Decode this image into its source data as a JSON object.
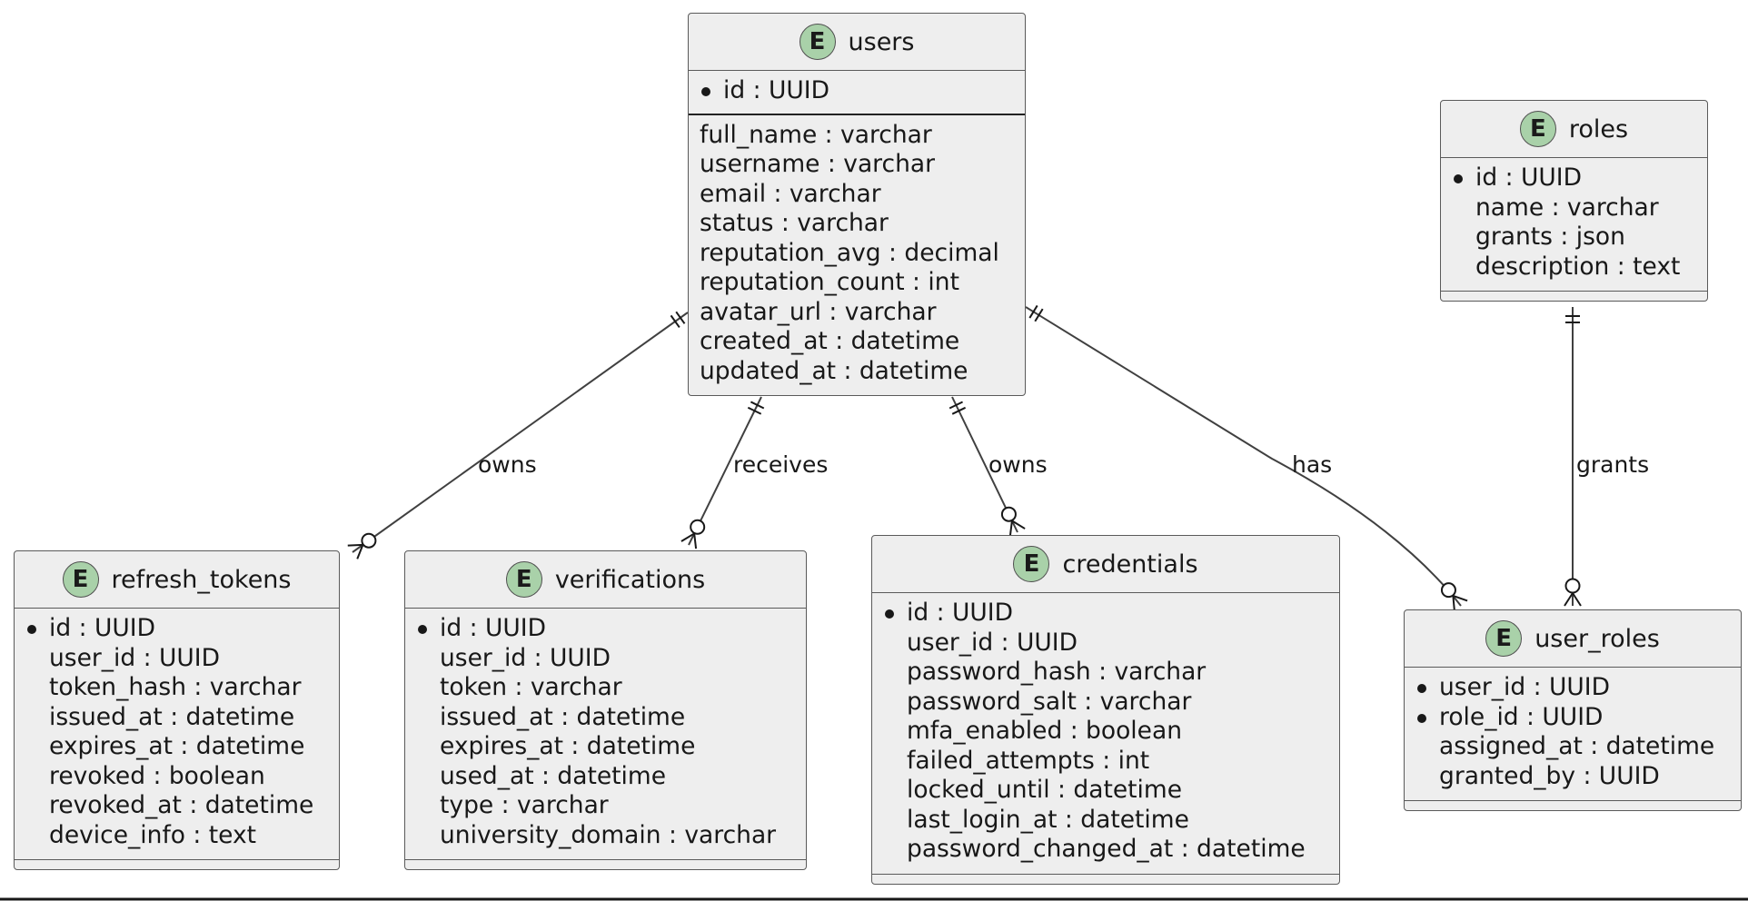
{
  "entities": {
    "users": {
      "name": "users",
      "badge": "E",
      "primary_keys": [
        "id : UUID"
      ],
      "fields": [
        "full_name : varchar",
        "username : varchar",
        "email : varchar",
        "status : varchar",
        "reputation_avg : decimal",
        "reputation_count : int",
        "avatar_url : varchar",
        "created_at : datetime",
        "updated_at : datetime"
      ]
    },
    "roles": {
      "name": "roles",
      "badge": "E",
      "primary_keys": [
        "id : UUID"
      ],
      "fields": [
        "name : varchar",
        "grants : json",
        "description : text"
      ]
    },
    "refresh_tokens": {
      "name": "refresh_tokens",
      "badge": "E",
      "primary_keys": [
        "id : UUID"
      ],
      "fields": [
        "user_id : UUID",
        "token_hash : varchar",
        "issued_at : datetime",
        "expires_at : datetime",
        "revoked : boolean",
        "revoked_at : datetime",
        "device_info : text"
      ]
    },
    "verifications": {
      "name": "verifications",
      "badge": "E",
      "primary_keys": [
        "id : UUID"
      ],
      "fields": [
        "user_id : UUID",
        "token : varchar",
        "issued_at : datetime",
        "expires_at : datetime",
        "used_at : datetime",
        "type : varchar",
        "university_domain : varchar"
      ]
    },
    "credentials": {
      "name": "credentials",
      "badge": "E",
      "primary_keys": [
        "id : UUID"
      ],
      "fields": [
        "user_id : UUID",
        "password_hash : varchar",
        "password_salt : varchar",
        "mfa_enabled : boolean",
        "failed_attempts : int",
        "locked_until : datetime",
        "last_login_at : datetime",
        "password_changed_at : datetime"
      ]
    },
    "user_roles": {
      "name": "user_roles",
      "badge": "E",
      "primary_keys": [
        "user_id : UUID",
        "role_id : UUID"
      ],
      "fields": [
        "assigned_at : datetime",
        "granted_by : UUID"
      ]
    }
  },
  "relations": [
    {
      "from": "users",
      "to": "refresh_tokens",
      "label": "owns"
    },
    {
      "from": "users",
      "to": "verifications",
      "label": "receives"
    },
    {
      "from": "users",
      "to": "credentials",
      "label": "owns"
    },
    {
      "from": "users",
      "to": "user_roles",
      "label": "has"
    },
    {
      "from": "roles",
      "to": "user_roles",
      "label": "grants"
    }
  ]
}
